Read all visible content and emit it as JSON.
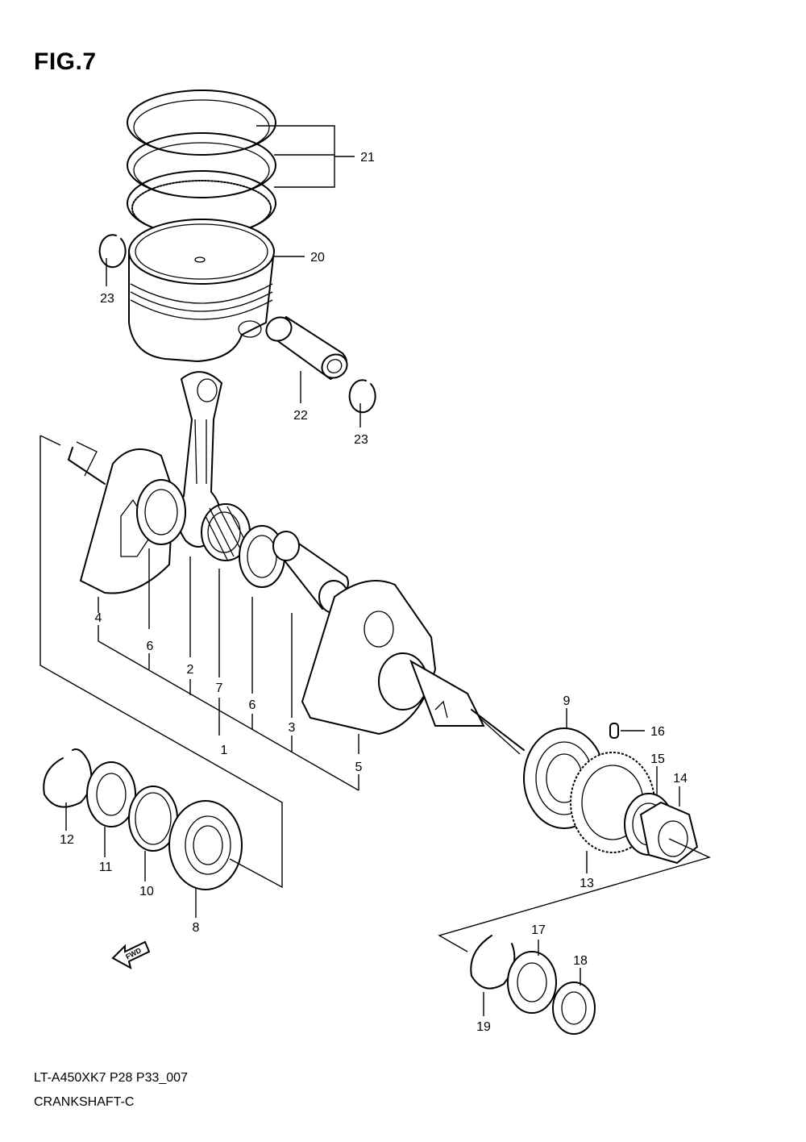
{
  "figure": {
    "title": "FIG.7"
  },
  "footer": {
    "code": "LT-A450XK7 P28 P33_007",
    "name": "CRANKSHAFT-C"
  },
  "fwd_label": "FWD",
  "callouts": [
    "1",
    "2",
    "3",
    "4",
    "5",
    "6",
    "6",
    "7",
    "8",
    "9",
    "10",
    "11",
    "12",
    "13",
    "14",
    "15",
    "16",
    "17",
    "18",
    "19",
    "20",
    "21",
    "22",
    "23",
    "23"
  ]
}
